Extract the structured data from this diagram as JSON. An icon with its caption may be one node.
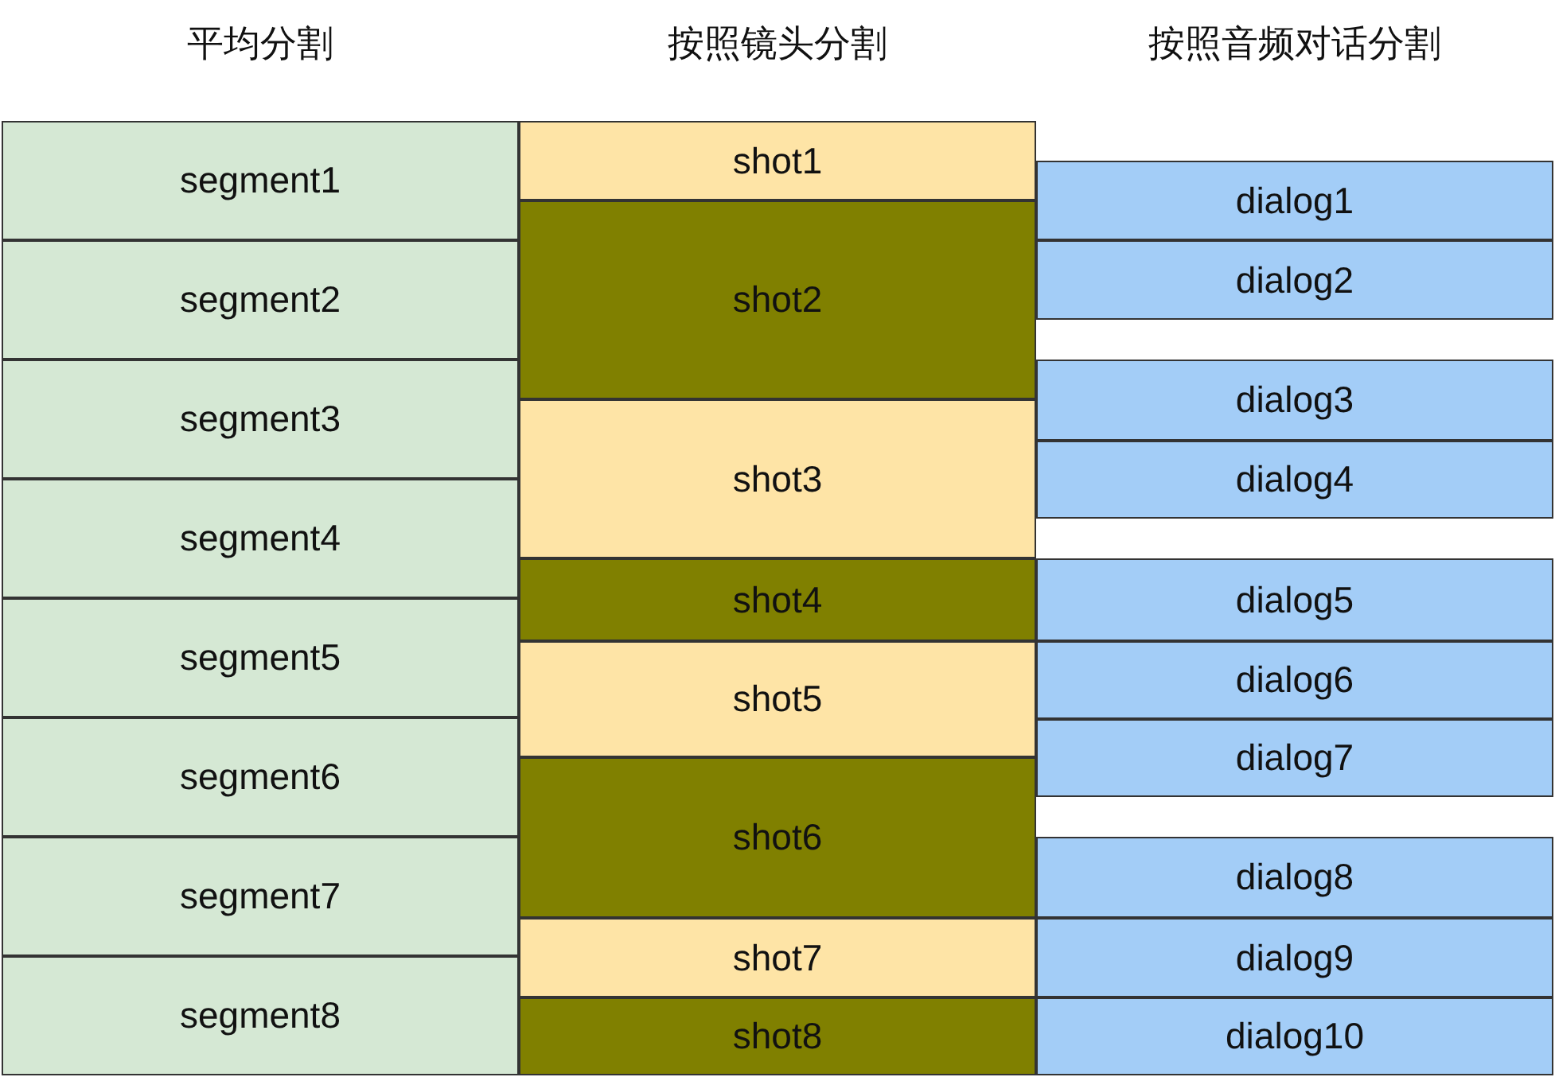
{
  "diagram": {
    "nodes": [
      {
        "text": [
          "segment1"
        ]
      },
      {
        "text": [
          "segment2"
        ]
      },
      {
        "text": [
          "segment3"
        ]
      },
      {
        "text": [
          "segment4"
        ]
      },
      {
        "text": [
          "segment5"
        ]
      },
      {
        "text": [
          "segment6"
        ]
      },
      {
        "text": [
          "segment7"
        ]
      },
      {
        "text": [
          "segment8"
        ]
      },
      {
        "text": [
          "shot1"
        ]
      },
      {
        "text": [
          "shot2"
        ]
      },
      {
        "text": [
          "shot3"
        ]
      },
      {
        "text": [
          "shot4"
        ]
      },
      {
        "text": [
          "shot5"
        ]
      },
      {
        "text": [
          "shot6"
        ]
      },
      {
        "text": [
          "shot7"
        ]
      },
      {
        "text": [
          "shot8"
        ]
      },
      {
        "text": [
          "dialog1"
        ]
      },
      {
        "text": [
          "dialog2"
        ]
      },
      {
        "text": [
          "dialog3"
        ]
      },
      {
        "text": [
          "dialog4"
        ]
      },
      {
        "text": [
          "dialog5"
        ]
      },
      {
        "text": [
          "dialog6"
        ]
      },
      {
        "text": [
          "dialog7"
        ]
      },
      {
        "text": [
          "dialog8"
        ]
      },
      {
        "text": [
          "dialog9"
        ]
      },
      {
        "text": [
          "dialog10"
        ]
      }
    ],
    "labels": [
      "平均分割",
      "按照镜头分割",
      "按照音频对话分割"
    ]
  }
}
